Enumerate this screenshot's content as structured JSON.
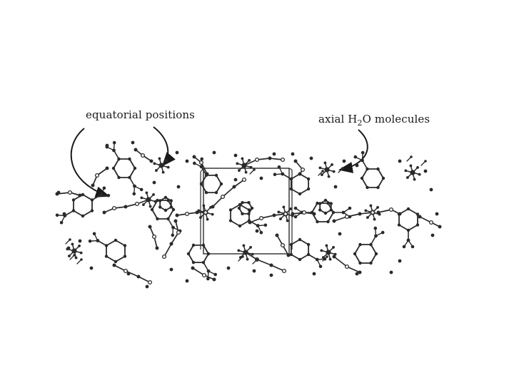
{
  "figure": {
    "label_equatorial": "equatorial positions",
    "label_axial_prefix": "axial H",
    "label_axial_sub": "2",
    "label_axial_suffix": "O molecules"
  },
  "colors": {
    "ink": "#1a1a1a",
    "bond": "#2a2a2a",
    "background": "#ffffff"
  }
}
